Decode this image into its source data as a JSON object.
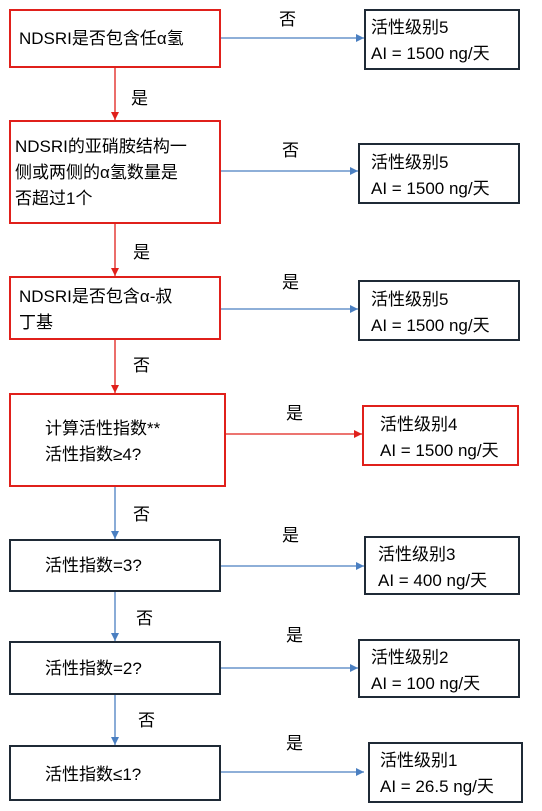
{
  "nodes": {
    "q1": "NDSRI是否包含任α氢",
    "q2": "NDSRI的亚硝胺结构一\n侧或两侧的α氢数量是\n否超过1个",
    "q3": "NDSRI是否包含α-叔\n丁基",
    "q4": "计算活性指数**\n活性指数≥4?",
    "q5": "活性指数=3?",
    "q6": "活性指数=2?",
    "q7": "活性指数≤1?"
  },
  "results": {
    "r1": "活性级别5\nAI = 1500 ng/天",
    "r2": "活性级别5\nAI = 1500 ng/天",
    "r3": "活性级别5\nAI = 1500 ng/天",
    "r4": "活性级别4\nAI = 1500 ng/天",
    "r5": "活性级别3\nAI = 400 ng/天",
    "r6": "活性级别2\nAI = 100 ng/天",
    "r7": "活性级别1\nAI = 26.5 ng/天"
  },
  "edges": {
    "h1": "否",
    "v1": "是",
    "h2": "否",
    "v2": "是",
    "h3": "是",
    "v3": "否",
    "h4": "是",
    "v4": "否",
    "h5": "是",
    "v5": "否",
    "h6": "是",
    "v6": "否",
    "h7": "是"
  },
  "colors": {
    "red": "#e0201b",
    "blue": "#4a7fc1",
    "dark": "#1f2a36"
  }
}
